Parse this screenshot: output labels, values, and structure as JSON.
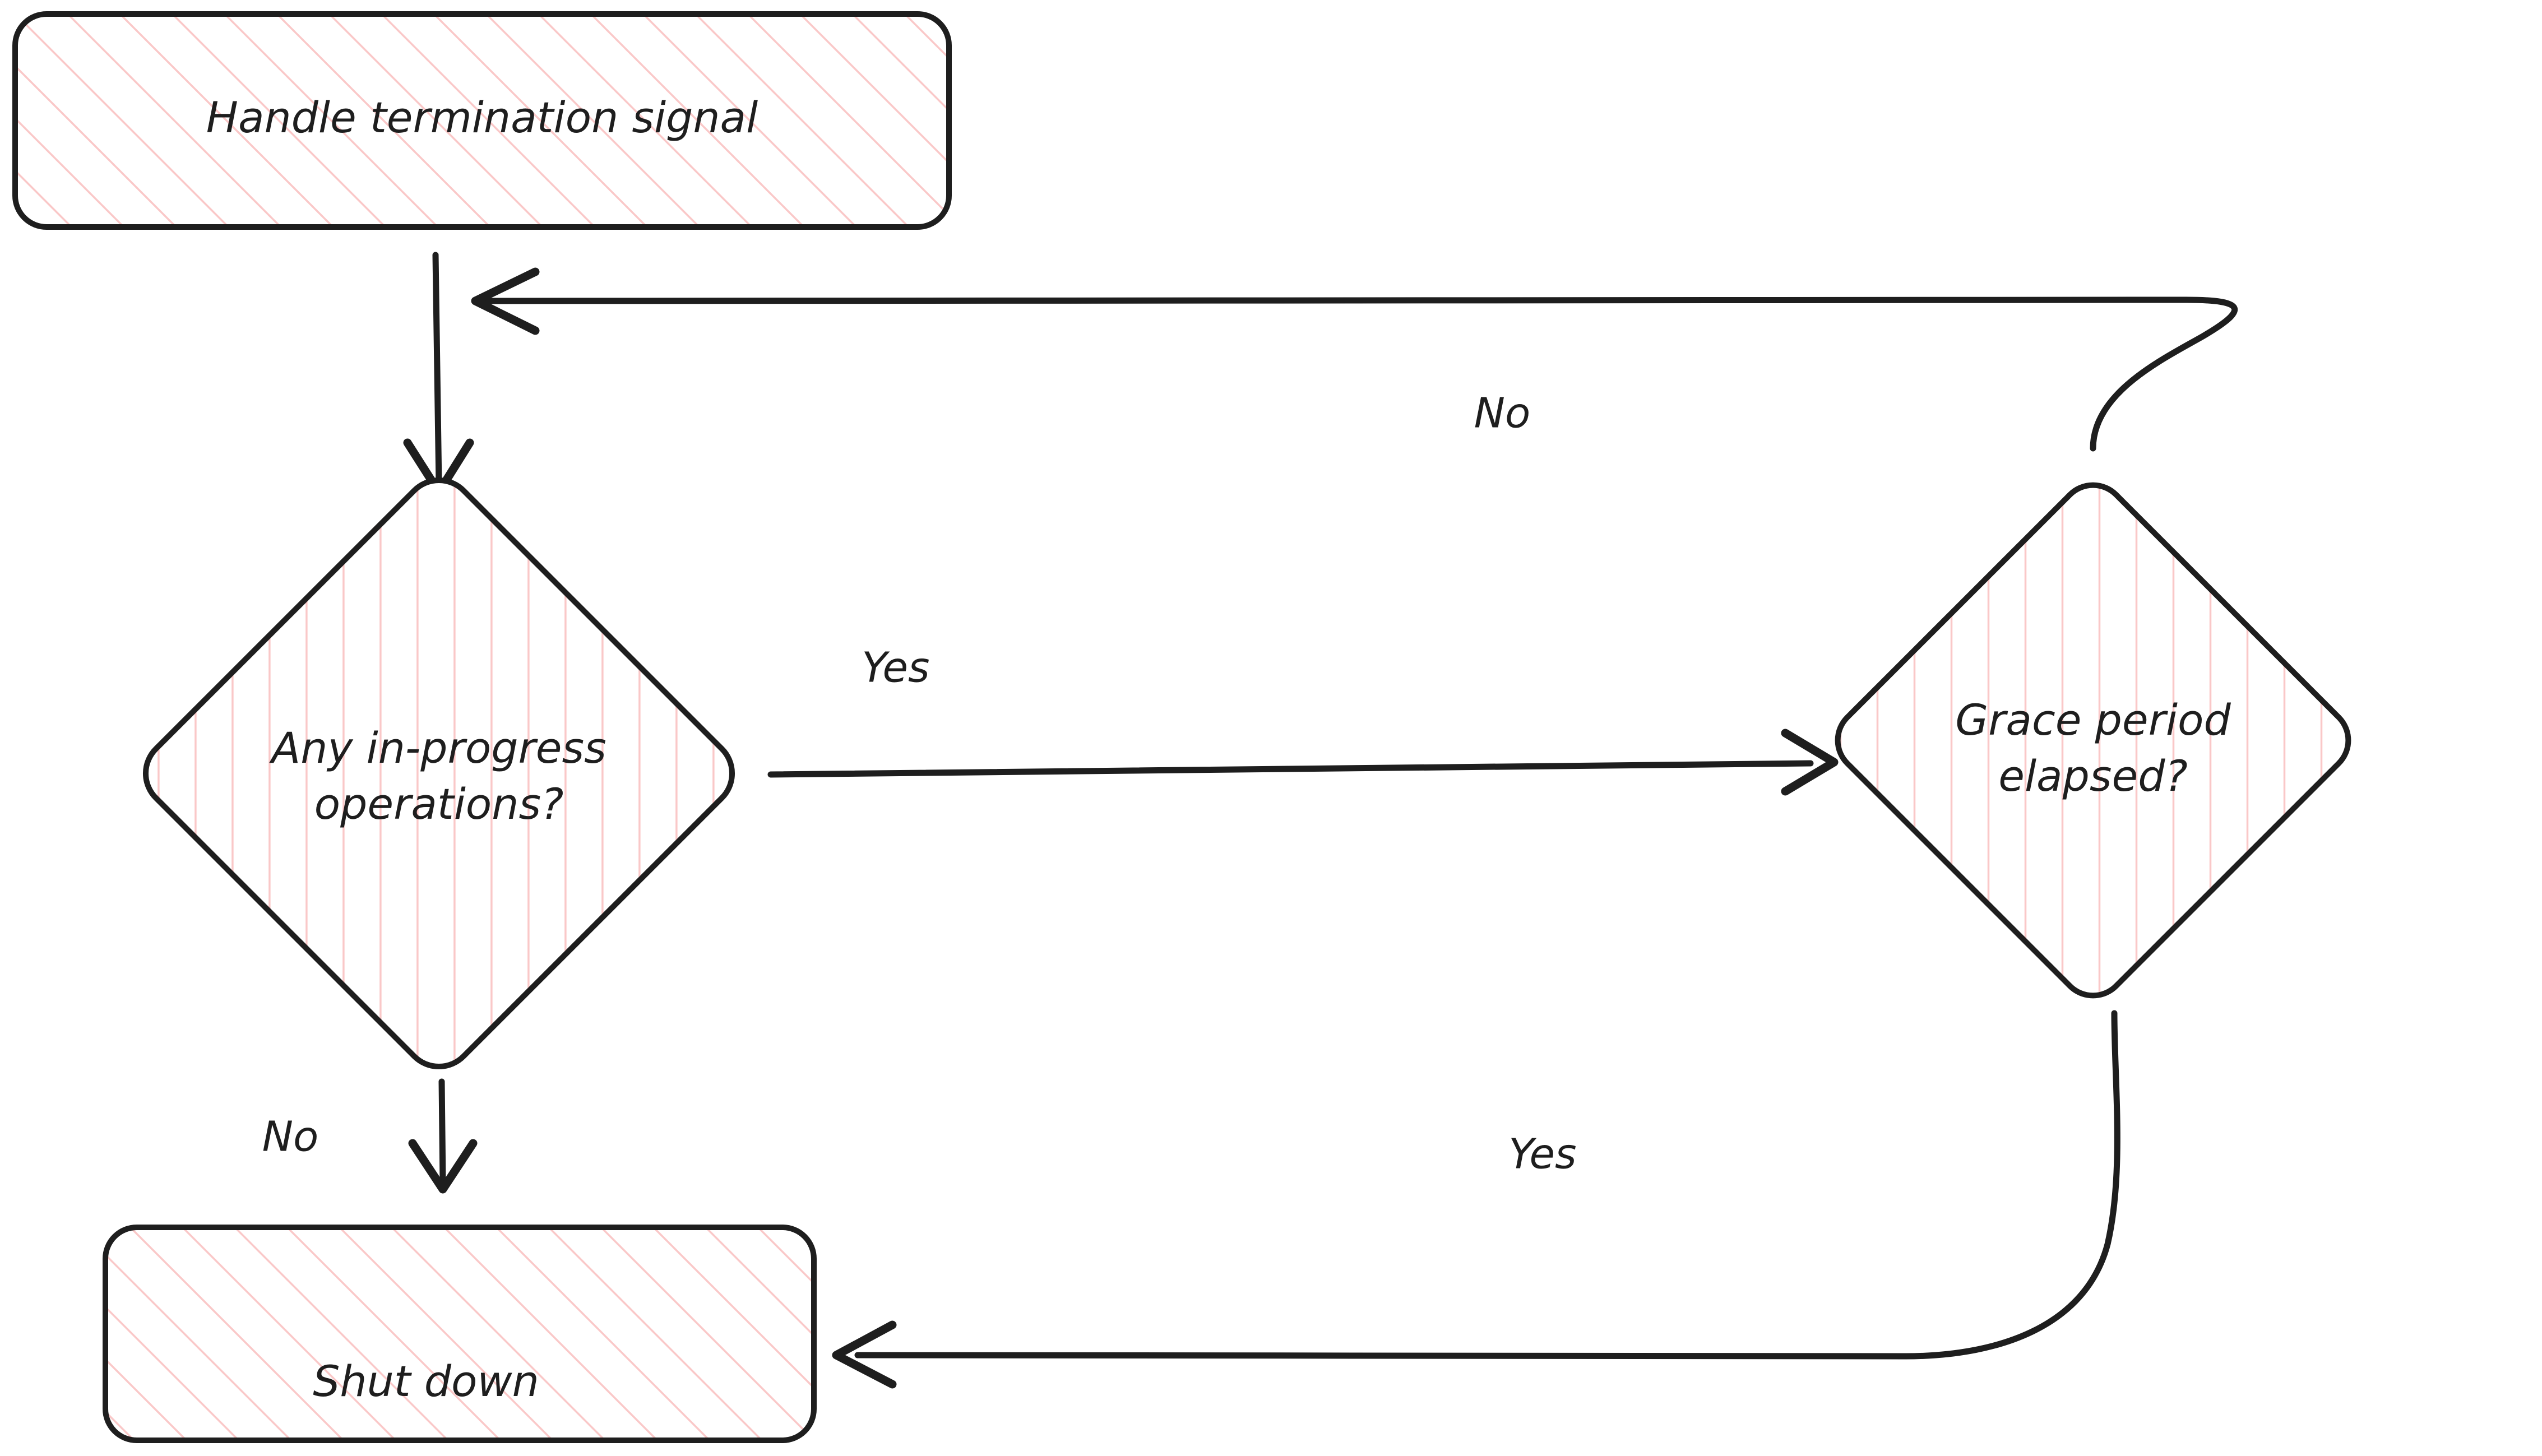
{
  "diagram": {
    "type": "flowchart",
    "title": "Handle termination signal",
    "background_color": "#ffffff",
    "stroke_color": "#1e1e1e",
    "fill_hatch_color": "#fac8c8",
    "nodes": [
      {
        "id": "start",
        "label": "Handle termination signal",
        "shape": "rounded-rectangle"
      },
      {
        "id": "inprogress",
        "label_line1": "Any in-progress",
        "label_line2": "operations?",
        "shape": "diamond"
      },
      {
        "id": "grace",
        "label_line1": "Grace period",
        "label_line2": "elapsed?",
        "shape": "diamond"
      },
      {
        "id": "shutdown",
        "label": "Shut down",
        "shape": "rounded-rectangle"
      }
    ],
    "edges": [
      {
        "id": "start-to-inprogress",
        "from": "start",
        "to": "inprogress",
        "label": ""
      },
      {
        "id": "inprogress-yes-grace",
        "from": "inprogress",
        "to": "grace",
        "label": "Yes"
      },
      {
        "id": "grace-no-loop",
        "from": "grace",
        "to": "inprogress",
        "label": "No"
      },
      {
        "id": "inprogress-no-shutdown",
        "from": "inprogress",
        "to": "shutdown",
        "label": "No"
      },
      {
        "id": "grace-yes-shutdown",
        "from": "grace",
        "to": "shutdown",
        "label": "Yes"
      }
    ]
  }
}
